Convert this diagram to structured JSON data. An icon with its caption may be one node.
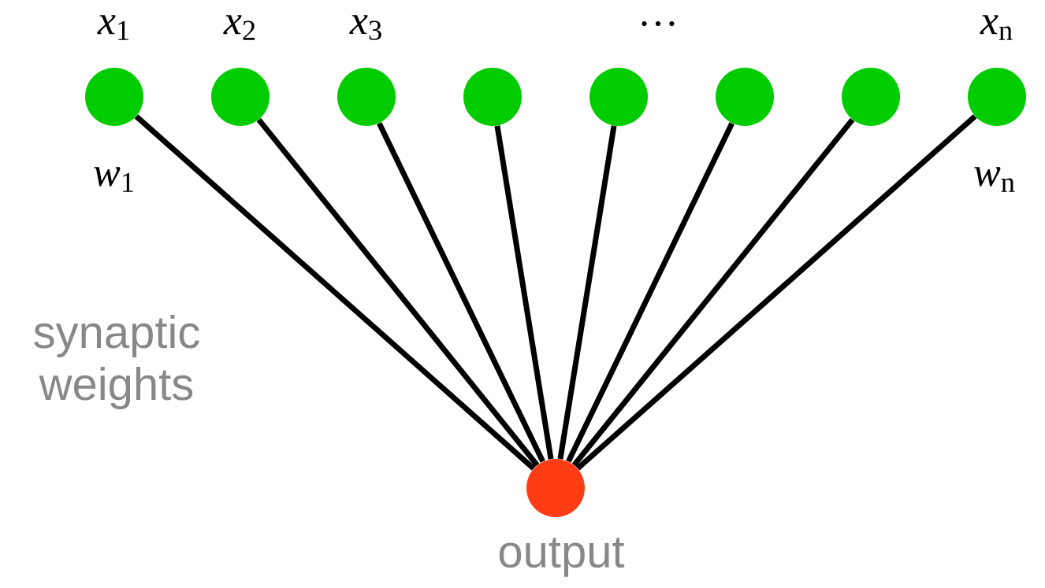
{
  "diagram": {
    "nodes": [
      {
        "text": [],
        "shape": "circle",
        "beside": [
          "*x*$_{1}$",
          "*w*$_{1}$"
        ]
      },
      {
        "text": [],
        "shape": "circle",
        "beside": [
          "*x*$_{2}$"
        ]
      },
      {
        "text": [],
        "shape": "circle",
        "beside": [
          "*x*$_{3}$"
        ]
      },
      {
        "text": [],
        "shape": "circle"
      },
      {
        "text": [],
        "shape": "circle"
      },
      {
        "text": [],
        "shape": "circle"
      },
      {
        "text": [],
        "shape": "circle"
      },
      {
        "text": [],
        "shape": "circle",
        "beside": [
          "*x*$_{n}$",
          "*w*$_{n}$"
        ]
      },
      {
        "text": [
          "output"
        ]
      }
    ],
    "edges": [
      {
        "from": 0,
        "to": 8,
        "arrow": "none"
      },
      {
        "from": 1,
        "to": 8,
        "arrow": "none"
      },
      {
        "from": 2,
        "to": 8,
        "arrow": "none"
      },
      {
        "from": 3,
        "to": 8,
        "arrow": "none"
      },
      {
        "from": 4,
        "to": 8,
        "arrow": "none"
      },
      {
        "from": 5,
        "to": 8,
        "arrow": "none"
      },
      {
        "from": 6,
        "to": 8,
        "arrow": "none"
      },
      {
        "from": 7,
        "to": 8,
        "arrow": "none"
      }
    ],
    "labels": [
      "…",
      "synaptic weights"
    ]
  }
}
